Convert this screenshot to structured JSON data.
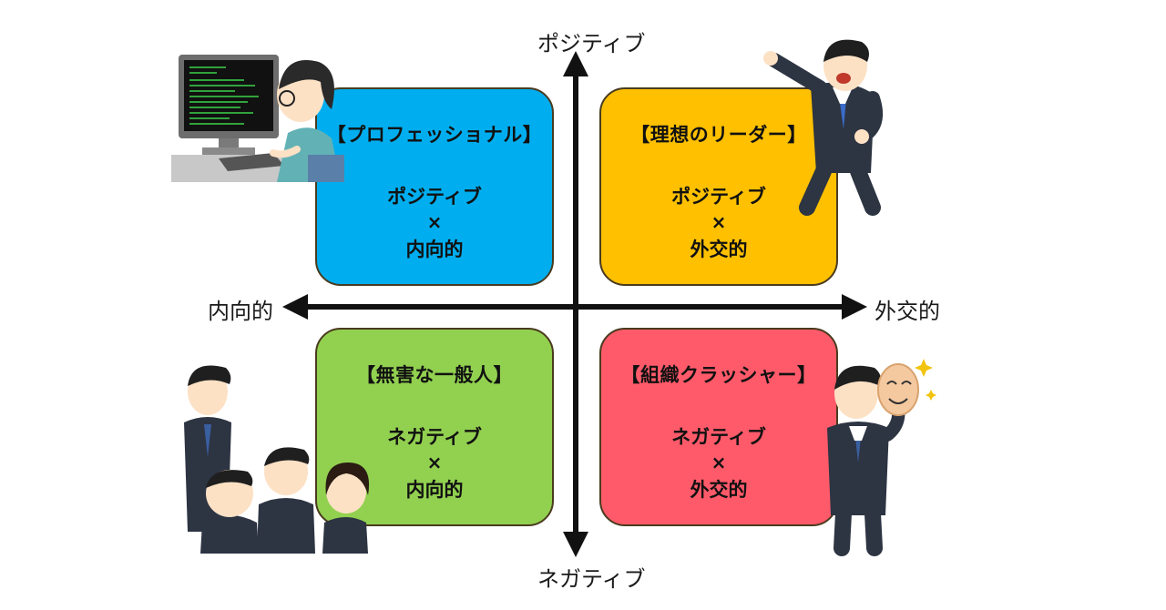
{
  "axes": {
    "top": "ポジティブ",
    "bottom": "ネガティブ",
    "left": "内向的",
    "right": "外交的"
  },
  "quadrants": {
    "top_left": {
      "title": "【プロフェッショナル】",
      "line1": "ポジティブ",
      "times": "×",
      "line2": "内向的",
      "color": "#00aeef"
    },
    "top_right": {
      "title": "【理想のリーダー】",
      "line1": "ポジティブ",
      "times": "×",
      "line2": "外交的",
      "color": "#ffc000"
    },
    "bottom_left": {
      "title": "【無害な一般人】",
      "line1": "ネガティブ",
      "times": "×",
      "line2": "内向的",
      "color": "#92d050"
    },
    "bottom_right": {
      "title": "【組織クラッシャー】",
      "line1": "ネガティブ",
      "times": "×",
      "line2": "外交的",
      "color": "#ff5a6a"
    }
  },
  "illustrations": {
    "top_left": "programmer-at-computer",
    "top_right": "pointing-leader",
    "bottom_left": "group-of-office-workers",
    "bottom_right": "man-with-smiling-mask"
  }
}
